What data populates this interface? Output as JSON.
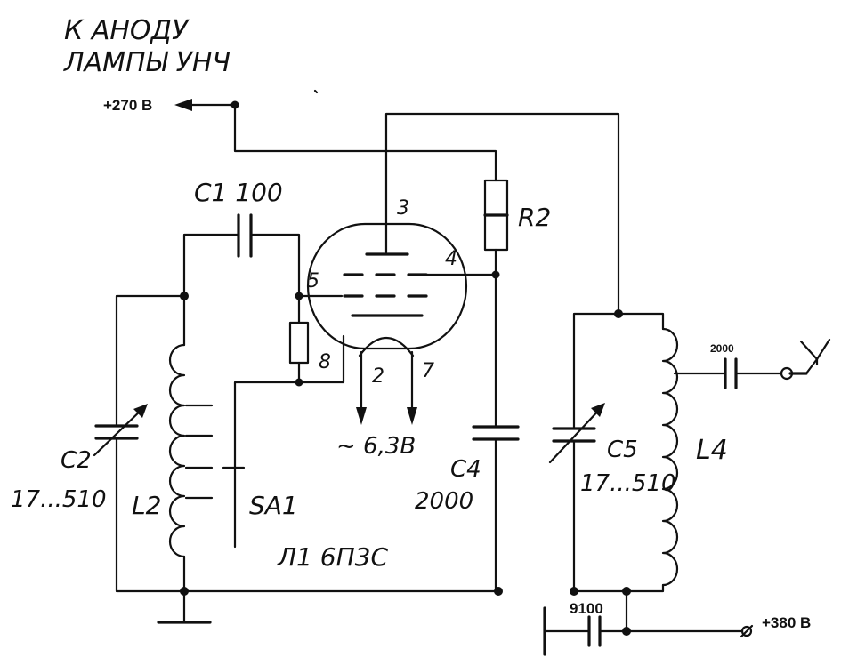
{
  "header": {
    "line1": "К АНОДУ",
    "line2": "ЛАМПЫ УНЧ"
  },
  "supply": {
    "anode_voltage": "+270 В",
    "output_voltage": "+380 В"
  },
  "tube": {
    "name": "Л1 6П3С",
    "pin_anode": "3",
    "pin_screen": "4",
    "pin_grid": "5",
    "pin_cathode": "8",
    "pin_heater_a": "2",
    "pin_heater_b": "7",
    "heater_voltage": "~ 6,3В"
  },
  "components": {
    "c1": "С1 100",
    "r2": "R2",
    "c2_name": "С2",
    "c2_value": "17...510",
    "l2": "L2",
    "sa1": "SA1",
    "c4_name": "С4",
    "c4_value": "2000",
    "c5_name": "С5",
    "c5_value": "17...510",
    "l4": "L4",
    "c_out": "2000",
    "c_block": "9100"
  },
  "colors": {
    "ink": "#111111",
    "paper": "#ffffff"
  }
}
